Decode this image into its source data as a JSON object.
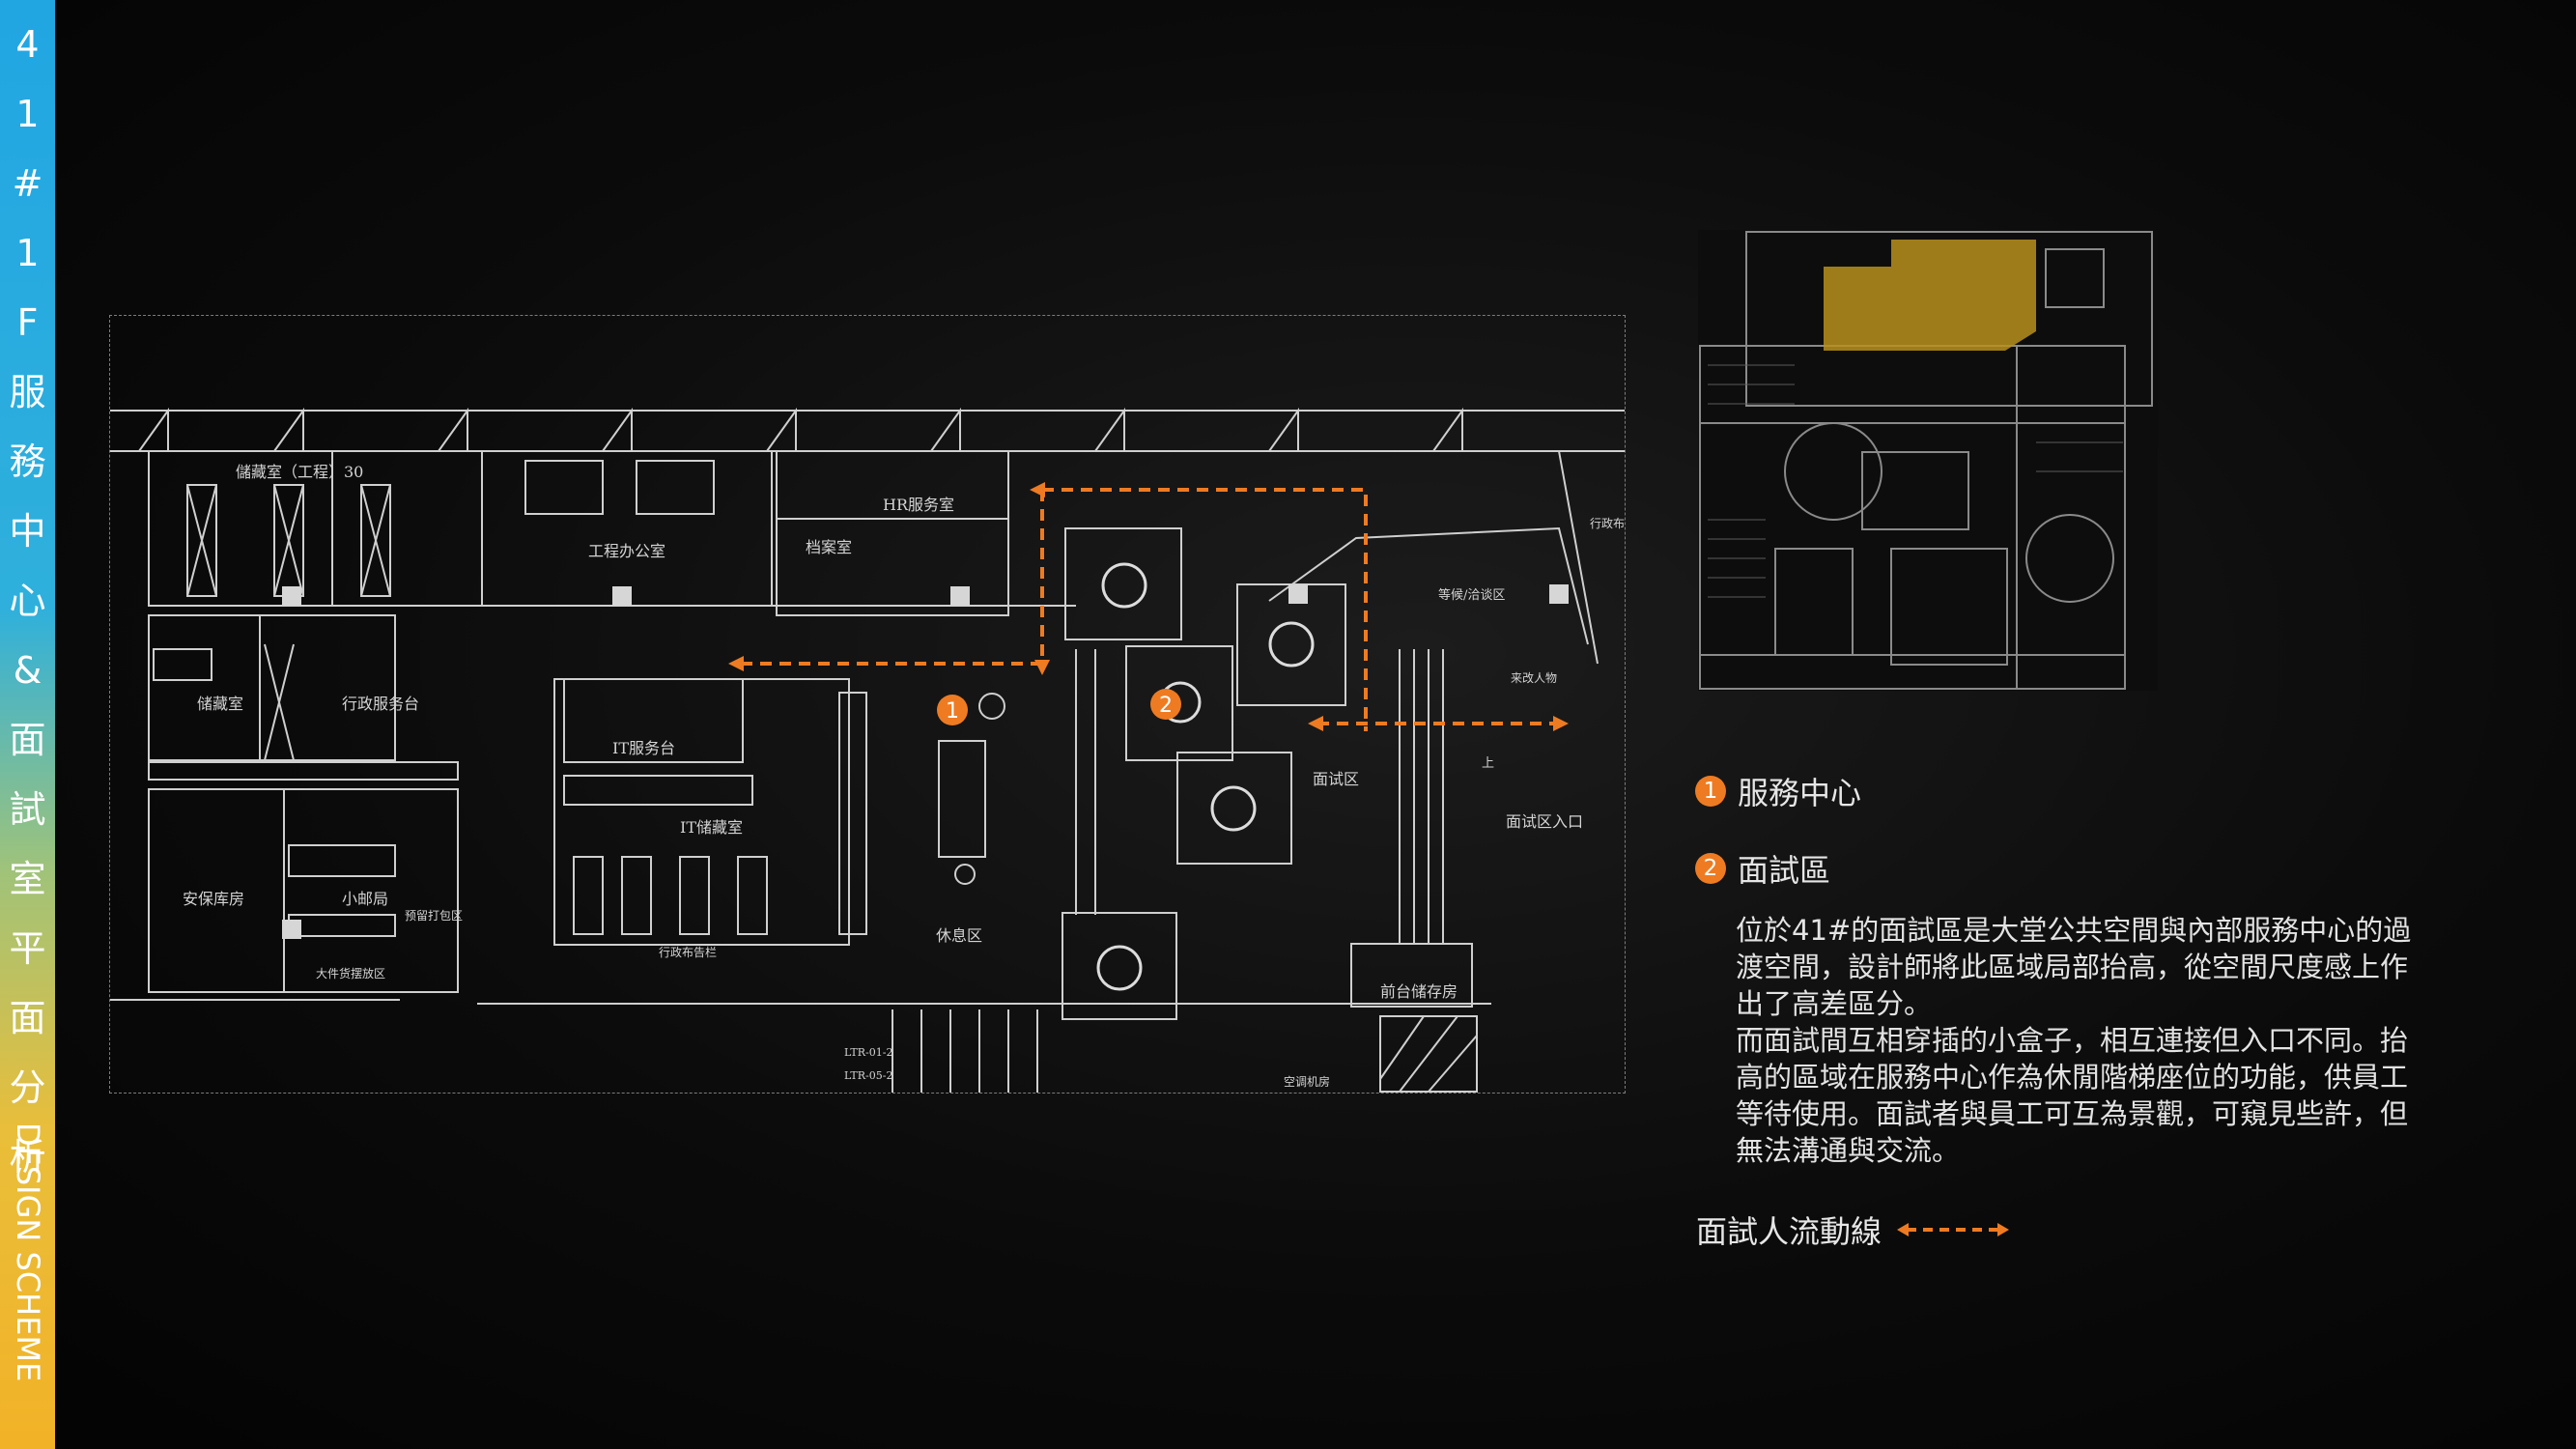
{
  "sidebar": {
    "title_chars": [
      "4",
      "1",
      "#",
      "1",
      "F",
      "服",
      "務",
      "中",
      "心",
      "&",
      "面",
      "試",
      "室",
      "平",
      "面",
      "分",
      "析"
    ],
    "subtitle": "DESIGN SCHEME"
  },
  "plan": {
    "room_labels": [
      {
        "id": "storage-eng",
        "text": "儲藏室（工程）30"
      },
      {
        "id": "eng-office",
        "text": "工程办公室"
      },
      {
        "id": "hr-room",
        "text": "HR服务室"
      },
      {
        "id": "archive",
        "text": "档案室"
      },
      {
        "id": "admin-office",
        "text": "行政布"
      },
      {
        "id": "waiting",
        "text": "等候/洽谈区"
      },
      {
        "id": "storage",
        "text": "储藏室"
      },
      {
        "id": "admin-desk",
        "text": "行政服务台"
      },
      {
        "id": "it-desk",
        "text": "IT服务台"
      },
      {
        "id": "it-storage",
        "text": "IT储藏室"
      },
      {
        "id": "admin-notice",
        "text": "行政布告栏"
      },
      {
        "id": "security",
        "text": "安保库房"
      },
      {
        "id": "mailroom",
        "text": "小邮局"
      },
      {
        "id": "parcel",
        "text": "预留打包区"
      },
      {
        "id": "bulk",
        "text": "大件货摆放区"
      },
      {
        "id": "rest",
        "text": "休息区"
      },
      {
        "id": "interview",
        "text": "面试区"
      },
      {
        "id": "interview-entry",
        "text": "面试区入口"
      },
      {
        "id": "guest",
        "text": "来改人物"
      },
      {
        "id": "front-storage",
        "text": "前台储存房"
      },
      {
        "id": "up",
        "text": "上"
      },
      {
        "id": "ltr1",
        "text": "LTR-01-2"
      },
      {
        "id": "ltr2",
        "text": "LTR-05-2"
      },
      {
        "id": "ac",
        "text": "空调机房"
      }
    ],
    "markers": [
      {
        "num": "1",
        "label": "服務中心"
      },
      {
        "num": "2",
        "label": "面試區"
      }
    ]
  },
  "legend": {
    "items": [
      {
        "num": "1",
        "label": "服務中心"
      },
      {
        "num": "2",
        "label": "面試區"
      }
    ],
    "flow_label": "面試人流動線"
  },
  "description": [
    "位於41#的面試區是大堂公共空間與內部服務中心的過渡空間，設計師將此區域局部抬高，從空間尺度感上作出了高差區分。",
    "而面試間互相穿插的小盒子，相互連接但入口不同。抬高的區域在服務中心作為休閒階梯座位的功能，供員工等待使用。面試者與員工可互為景觀，可窺見些許，但無法溝通與交流。"
  ],
  "colors": {
    "accent_orange": "#ee7b22",
    "highlight_gold": "#b8901c",
    "sidebar_blue": "#21a6e2",
    "sidebar_yellow": "#f2b227"
  }
}
